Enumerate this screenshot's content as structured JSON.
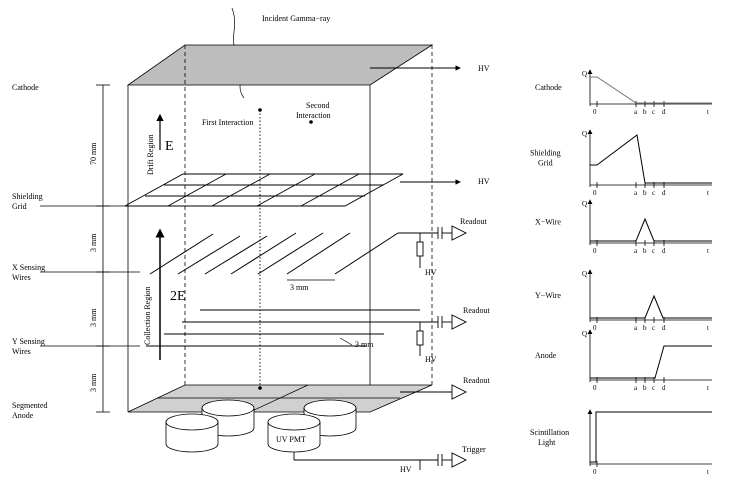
{
  "title": "Incident Gamma−ray",
  "left_labels": {
    "cathode": "Cathode",
    "shielding_1": "Shielding",
    "shielding_2": "Grid",
    "xsense_1": "X Sensing",
    "xsense_2": "Wires",
    "ysense_1": "Y Sensing",
    "ysense_2": "Wires",
    "anode_1": "Segmented",
    "anode_2": "Anode"
  },
  "dimensions": {
    "d70": "70 mm",
    "d3a": "3 mm",
    "d3b": "3 mm",
    "d3c": "3 mm",
    "pitch_x": "3 mm",
    "pitch_y": "3 mm"
  },
  "regions": {
    "drift": "Drift Region",
    "collection": "Collection Region",
    "field1": "E",
    "field2": "2E"
  },
  "interactions": {
    "first": "First Interaction",
    "second_1": "Second",
    "second_2": "Interaction"
  },
  "right_labels": {
    "hv1": "HV",
    "hv2": "HV",
    "readout1": "Readout",
    "readout2": "Readout",
    "readout3": "Readout",
    "trigger": "Trigger",
    "hv_x": "HV",
    "hv_y": "HV",
    "hv_pmt": "HV",
    "uv_pmt": "UV PMT"
  },
  "signal_plots": [
    {
      "label_1": "Cathode",
      "label_2": "",
      "q": "Q",
      "zero": "0",
      "a": "a",
      "b": "b",
      "c": "c",
      "d": "d",
      "t": "t"
    },
    {
      "label_1": "Shielding",
      "label_2": "Grid",
      "q": "Q",
      "zero": "0",
      "a": "a",
      "b": "b",
      "c": "c",
      "d": "d",
      "t": "t"
    },
    {
      "label_1": "X−Wire",
      "label_2": "",
      "q": "Q",
      "zero": "0",
      "a": "a",
      "b": "b",
      "c": "c",
      "d": "d",
      "t": "t"
    },
    {
      "label_1": "Y−Wire",
      "label_2": "",
      "q": "Q",
      "zero": "0",
      "a": "a",
      "b": "b",
      "c": "c",
      "d": "d",
      "t": "t"
    },
    {
      "label_1": "Anode",
      "label_2": "",
      "q": "Q",
      "zero": "0",
      "a": "a",
      "b": "b",
      "c": "c",
      "d": "d",
      "t": "t"
    },
    {
      "label_1": "Scintillation",
      "label_2": "Light",
      "q": "",
      "zero": "0",
      "a": "",
      "b": "",
      "c": "",
      "d": "",
      "t": "t"
    }
  ]
}
